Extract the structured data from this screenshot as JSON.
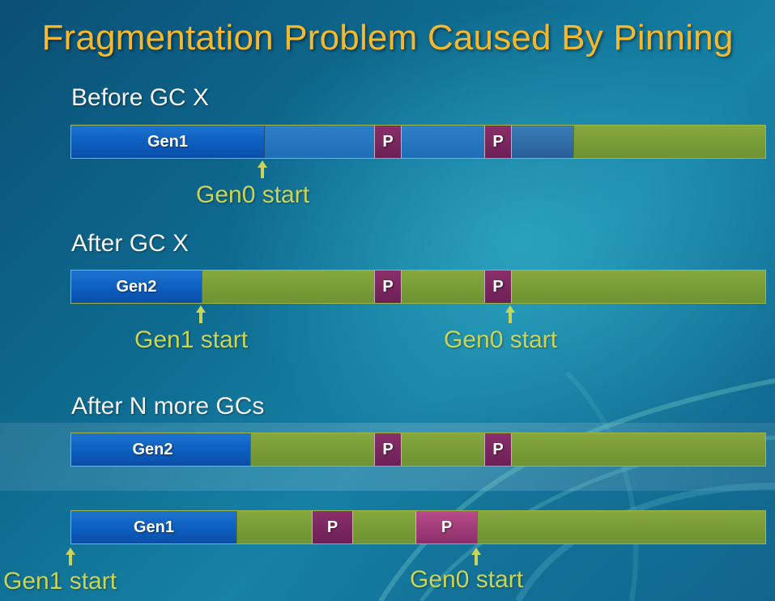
{
  "title": "Fragmentation Problem Caused By Pinning",
  "sections": {
    "before": {
      "heading": "Before GC X",
      "gen_label": "Gen1",
      "pin1": "P",
      "pin2": "P",
      "marker": "Gen0 start"
    },
    "after": {
      "heading": "After GC X",
      "gen_label": "Gen2",
      "pin1": "P",
      "pin2": "P",
      "marker1": "Gen1 start",
      "marker2": "Gen0 start"
    },
    "after_n": {
      "heading": "After N more GCs",
      "bar1": {
        "gen_label": "Gen2",
        "pin1": "P",
        "pin2": "P"
      },
      "bar2": {
        "gen_label": "Gen1",
        "pin1": "P",
        "pin2": "P"
      },
      "marker1": "Gen1 start",
      "marker2": "Gen0 start"
    }
  },
  "colors": {
    "title": "#f5b82e",
    "generation": "#0c5cbc",
    "free_space": "#7b9d38",
    "pinned": "#7a2660",
    "marker": "#c9d55a"
  }
}
